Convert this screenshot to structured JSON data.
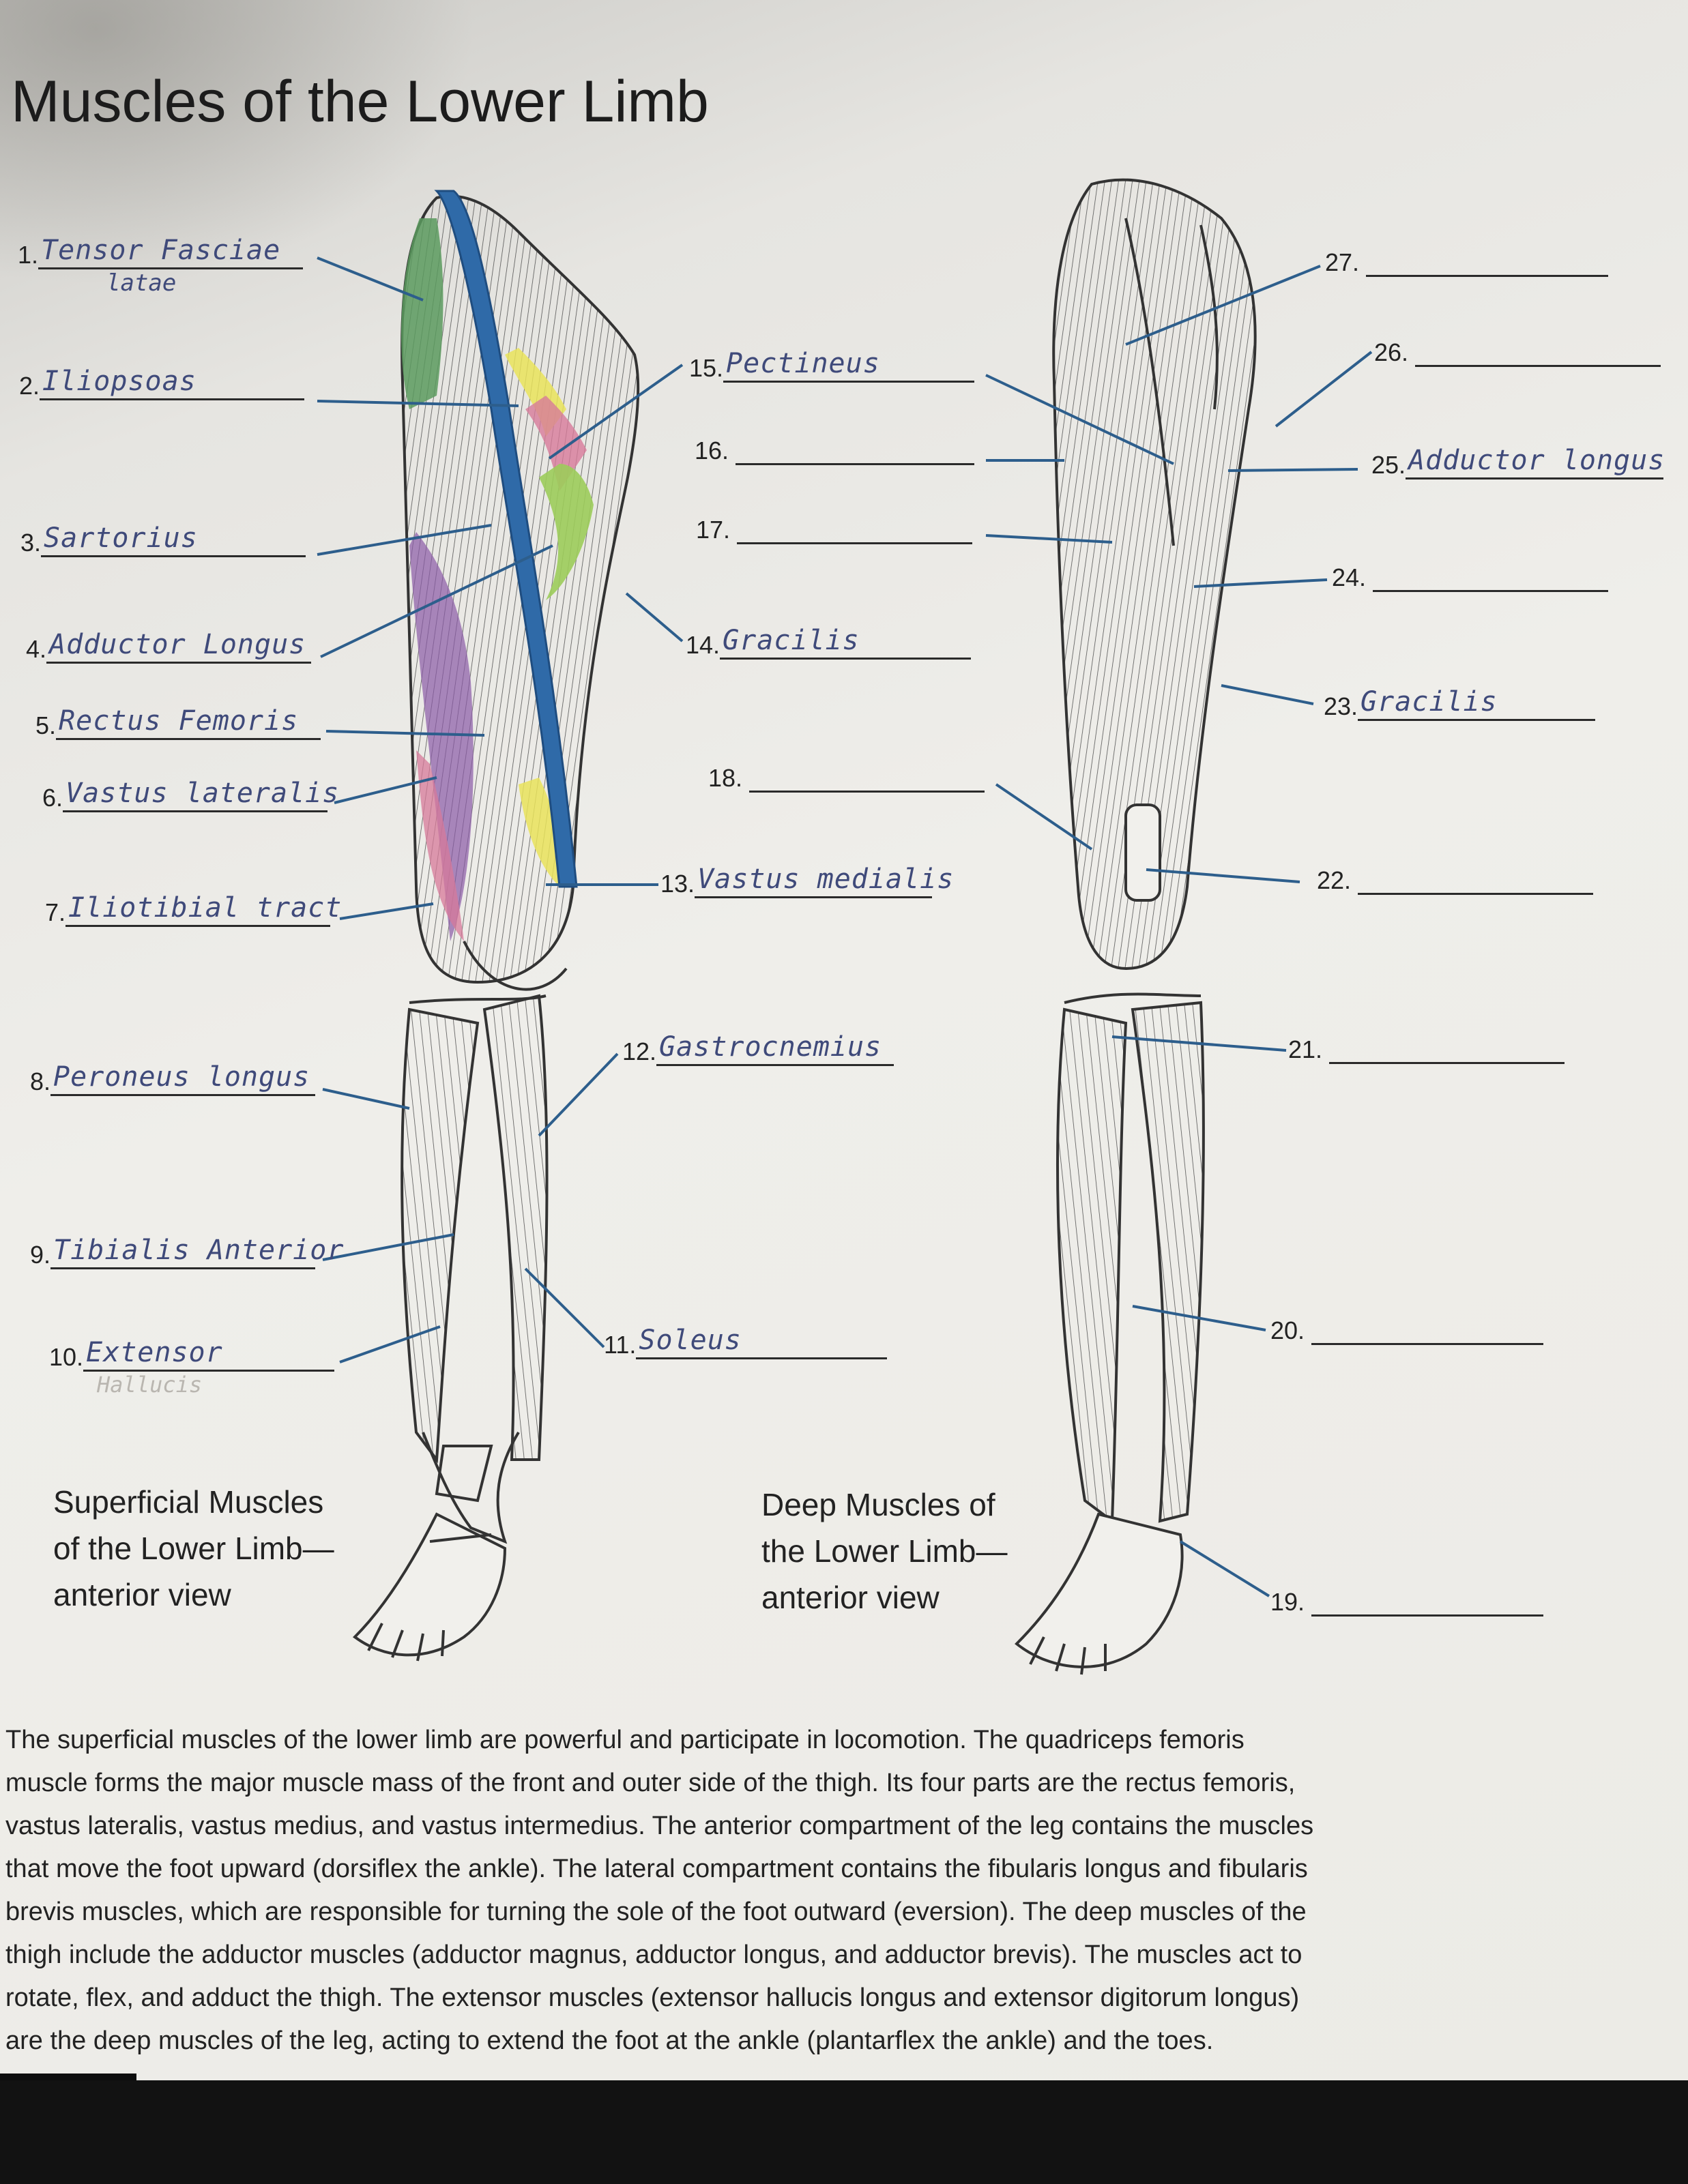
{
  "title": "Muscles of the Lower Limb",
  "superficial_caption": [
    "Superficial Muscles",
    "of the Lower Limb—",
    "anterior view"
  ],
  "deep_caption": [
    "Deep Muscles of",
    "the Lower Limb—",
    "anterior view"
  ],
  "labels": [
    {
      "num": "1.",
      "answer": "Tensor Fasciae",
      "answer2": "latae"
    },
    {
      "num": "2.",
      "answer": "Iliopsoas"
    },
    {
      "num": "3.",
      "answer": "Sartorius"
    },
    {
      "num": "4.",
      "answer": "Adductor Longus"
    },
    {
      "num": "5.",
      "answer": "Rectus Femoris"
    },
    {
      "num": "6.",
      "answer": "Vastus lateralis"
    },
    {
      "num": "7.",
      "answer": "Iliotibial tract"
    },
    {
      "num": "8.",
      "answer": "Peroneus longus"
    },
    {
      "num": "9.",
      "answer": "Tibialis Anterior"
    },
    {
      "num": "10.",
      "answer": "Extensor",
      "answer2": "Hallucis"
    },
    {
      "num": "11.",
      "answer": "Soleus"
    },
    {
      "num": "12.",
      "answer": "Gastrocnemius"
    },
    {
      "num": "13.",
      "answer": "Vastus medialis"
    },
    {
      "num": "14.",
      "answer": "Gracilis"
    },
    {
      "num": "15.",
      "answer": "Pectineus"
    },
    {
      "num": "16.",
      "answer": ""
    },
    {
      "num": "17.",
      "answer": ""
    },
    {
      "num": "18.",
      "answer": ""
    },
    {
      "num": "19.",
      "answer": ""
    },
    {
      "num": "20.",
      "answer": ""
    },
    {
      "num": "21.",
      "answer": ""
    },
    {
      "num": "22.",
      "answer": ""
    },
    {
      "num": "23.",
      "answer": "Gracilis"
    },
    {
      "num": "24.",
      "answer": ""
    },
    {
      "num": "25.",
      "answer": "Adductor longus"
    },
    {
      "num": "26.",
      "answer": ""
    },
    {
      "num": "27.",
      "answer": ""
    }
  ],
  "paragraph": [
    "The superficial muscles of the lower limb are powerful and participate in locomotion. The quadriceps femoris",
    "muscle forms the major muscle mass of the front and outer side of the thigh. Its four parts are the rectus femoris,",
    "vastus lateralis, vastus medius, and vastus intermedius. The anterior compartment of the leg contains the muscles",
    "that move the foot upward (dorsiflex the ankle). The lateral compartment contains the fibularis longus and fibularis",
    "brevis muscles, which are responsible for turning the sole of the foot outward (eversion). The deep muscles of the",
    "thigh include the adductor muscles (adductor magnus, adductor longus, and adductor brevis). The muscles act to",
    "rotate, flex, and adduct the thigh. The extensor muscles (extensor hallucis longus and extensor digitorum longus)",
    "are the deep muscles of the leg, acting to extend the foot at the ankle (plantarflex the ankle) and the toes."
  ],
  "colors": {
    "leader_line": "#2d5e8c",
    "handwriting": "#3f4a7a",
    "green": "#5a9a5e",
    "yellow": "#e9e35a",
    "pink": "#d77a9a",
    "purple": "#8a5aa6",
    "lime": "#9ccc5a",
    "blue": "#2f6aa8"
  }
}
